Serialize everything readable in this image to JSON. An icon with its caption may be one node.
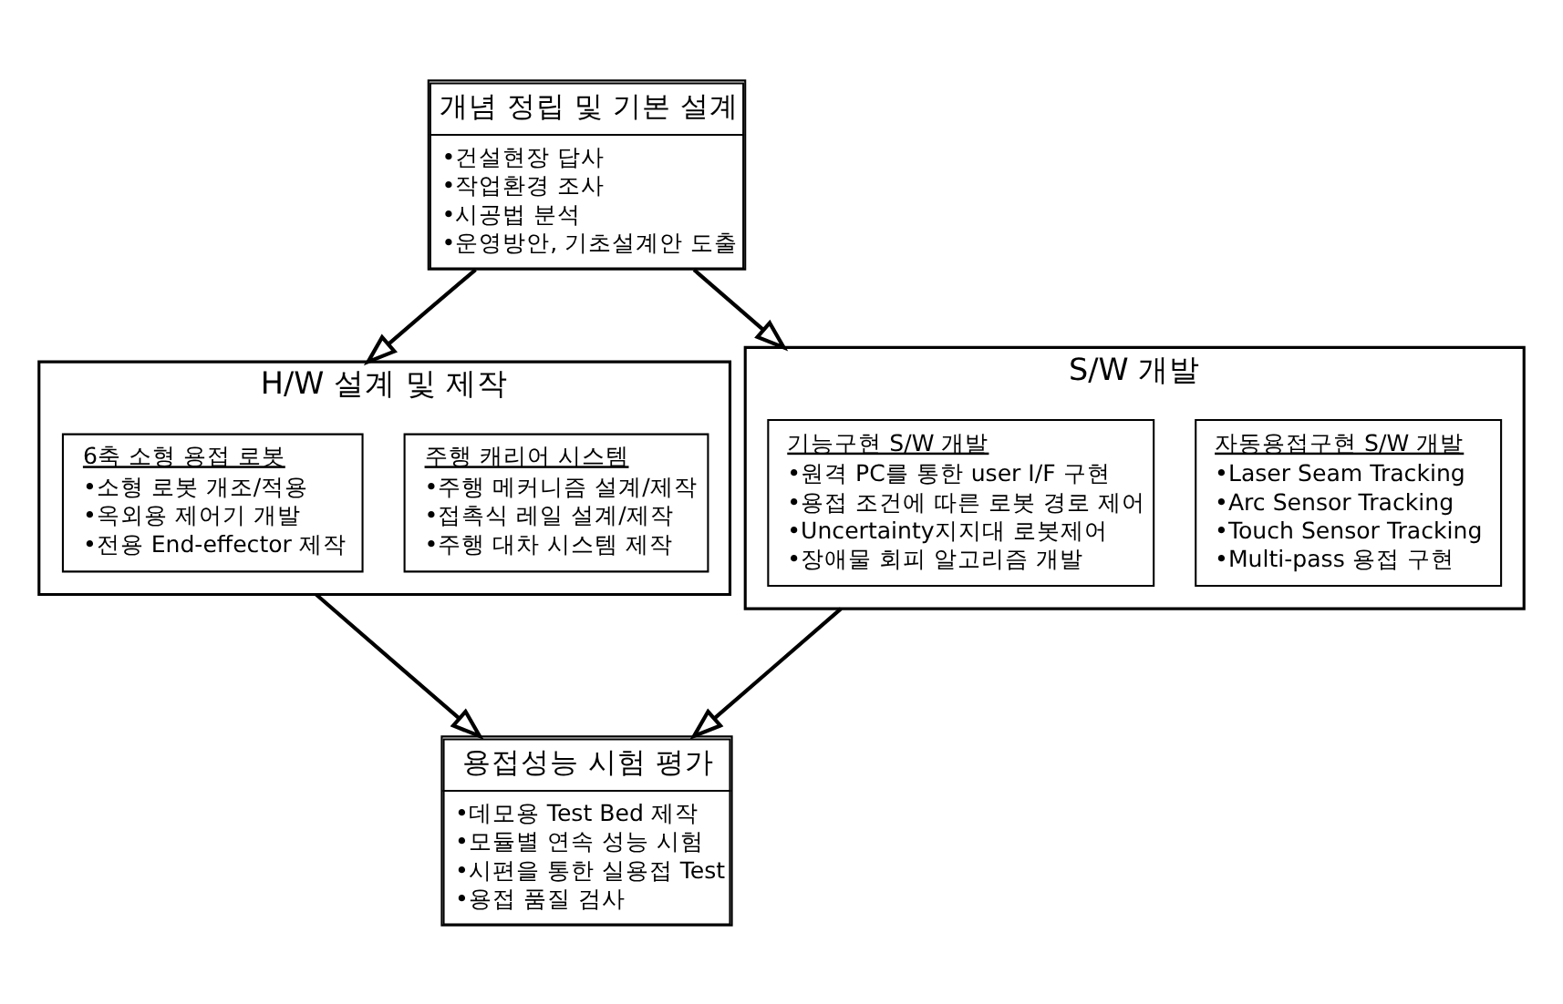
{
  "diagram": {
    "nodes": [
      {
        "text": [
          "개념 정립 및 기본 설계",
          "•건설현장 답사",
          "•작업환경 조사",
          "•시공법 분석",
          "•운영방안, 기초설계안 도출"
        ]
      },
      {
        "text": [
          "H/W 설계 및 제작"
        ]
      },
      {
        "text": [
          "6축 소형 용접 로봇",
          "•소형 로봇 개조/적용",
          "•옥외용 제어기 개발",
          "•전용 End-effector 제작"
        ],
        "in": 1
      },
      {
        "text": [
          "주행 캐리어 시스템",
          "•주행 메커니즘 설계/제작",
          "•접촉식 레일 설계/제작",
          "•주행 대차 시스템 제작"
        ],
        "in": 1
      },
      {
        "text": [
          "S/W 개발"
        ]
      },
      {
        "text": [
          "기능구현 S/W 개발",
          "•원격 PC를 통한 user I/F 구현",
          "•용접 조건에 따른 로봇 경로 제어",
          "•Uncertainty지지대 로봇제어",
          "•장애물 회피 알고리즘 개발"
        ],
        "in": 4
      },
      {
        "text": [
          "자동용접구현 S/W 개발",
          "•Laser Seam Tracking",
          "•Arc Sensor Tracking",
          "•Touch Sensor Tracking",
          "•Multi-pass 용접 구현"
        ],
        "in": 4
      },
      {
        "text": [
          "용접성능 시험 평가",
          "•데모용 Test Bed 제작",
          "•모듈별 연속 성능 시험",
          "•시편을 통한 실용접 Test",
          "•용접 품질 검사"
        ]
      }
    ],
    "edges": [
      {
        "from": 0,
        "to": 1,
        "arrow": "to"
      },
      {
        "from": 0,
        "to": 4,
        "arrow": "to"
      },
      {
        "from": 1,
        "to": 7,
        "arrow": "to"
      },
      {
        "from": 4,
        "to": 7,
        "arrow": "to"
      }
    ]
  }
}
